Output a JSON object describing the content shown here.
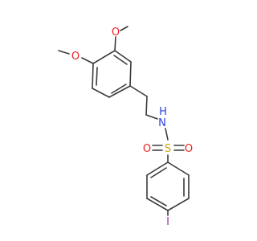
{
  "molecule": {
    "atoms": {
      "o_methoxy_top": "O",
      "o_methoxy_left": "O",
      "n_amine": "N",
      "h_amine": "H",
      "s_sulfonyl": "S",
      "o_sulfonyl_left": "O",
      "o_sulfonyl_right": "O",
      "iodine": "I"
    },
    "colors": {
      "bond": "#3a3a3a",
      "oxygen": "#e8231f",
      "nitrogen": "#2c3ee0",
      "sulfur": "#c9a600",
      "iodine": "#9b2fa6"
    }
  }
}
